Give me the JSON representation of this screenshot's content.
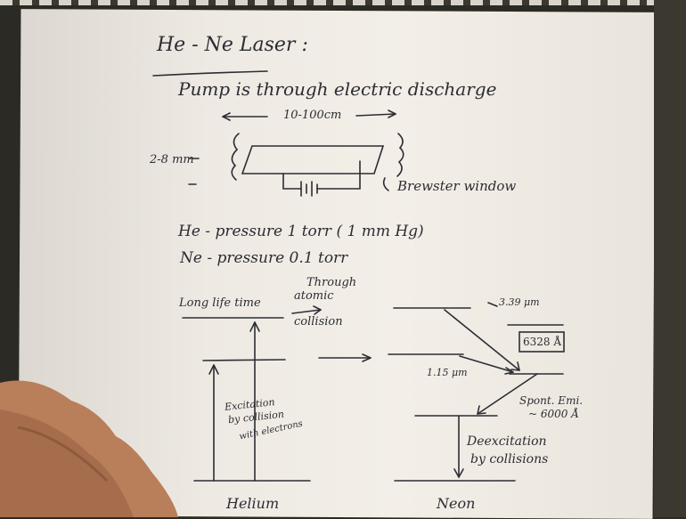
{
  "title": "He - Ne Laser",
  "title_colon": ":",
  "pump_line": "Pump is through electric discharge",
  "tube_length": "10-100cm",
  "tube_diameter": "2-8 mm",
  "brewster": "Brewster window",
  "he_pressure": "He - pressure   1 torr   ( 1 mm Hg)",
  "ne_pressure": "Ne - pressure   0.1 torr",
  "long_life": "Long life time",
  "through": "Through",
  "atomic": "atomic",
  "collision": "collision",
  "ir_339": "3.39 μm",
  "line_6328": "6328 Å",
  "ir_115": "1.15 μm",
  "spont_emi": "Spont. Emi.",
  "spont_wave": "~ 6000 Å",
  "excitation_1": "Excitation",
  "excitation_2": "by collision",
  "excitation_3": "with electrons",
  "deexcitation_1": "Deexcitation",
  "deexcitation_2": "by collisions",
  "helium": "Helium",
  "neon": "Neon",
  "colors": {
    "paper": "#f0ece5",
    "ink": "#2c2c33",
    "background": "#2b2a25",
    "skin": "#c48a64"
  }
}
